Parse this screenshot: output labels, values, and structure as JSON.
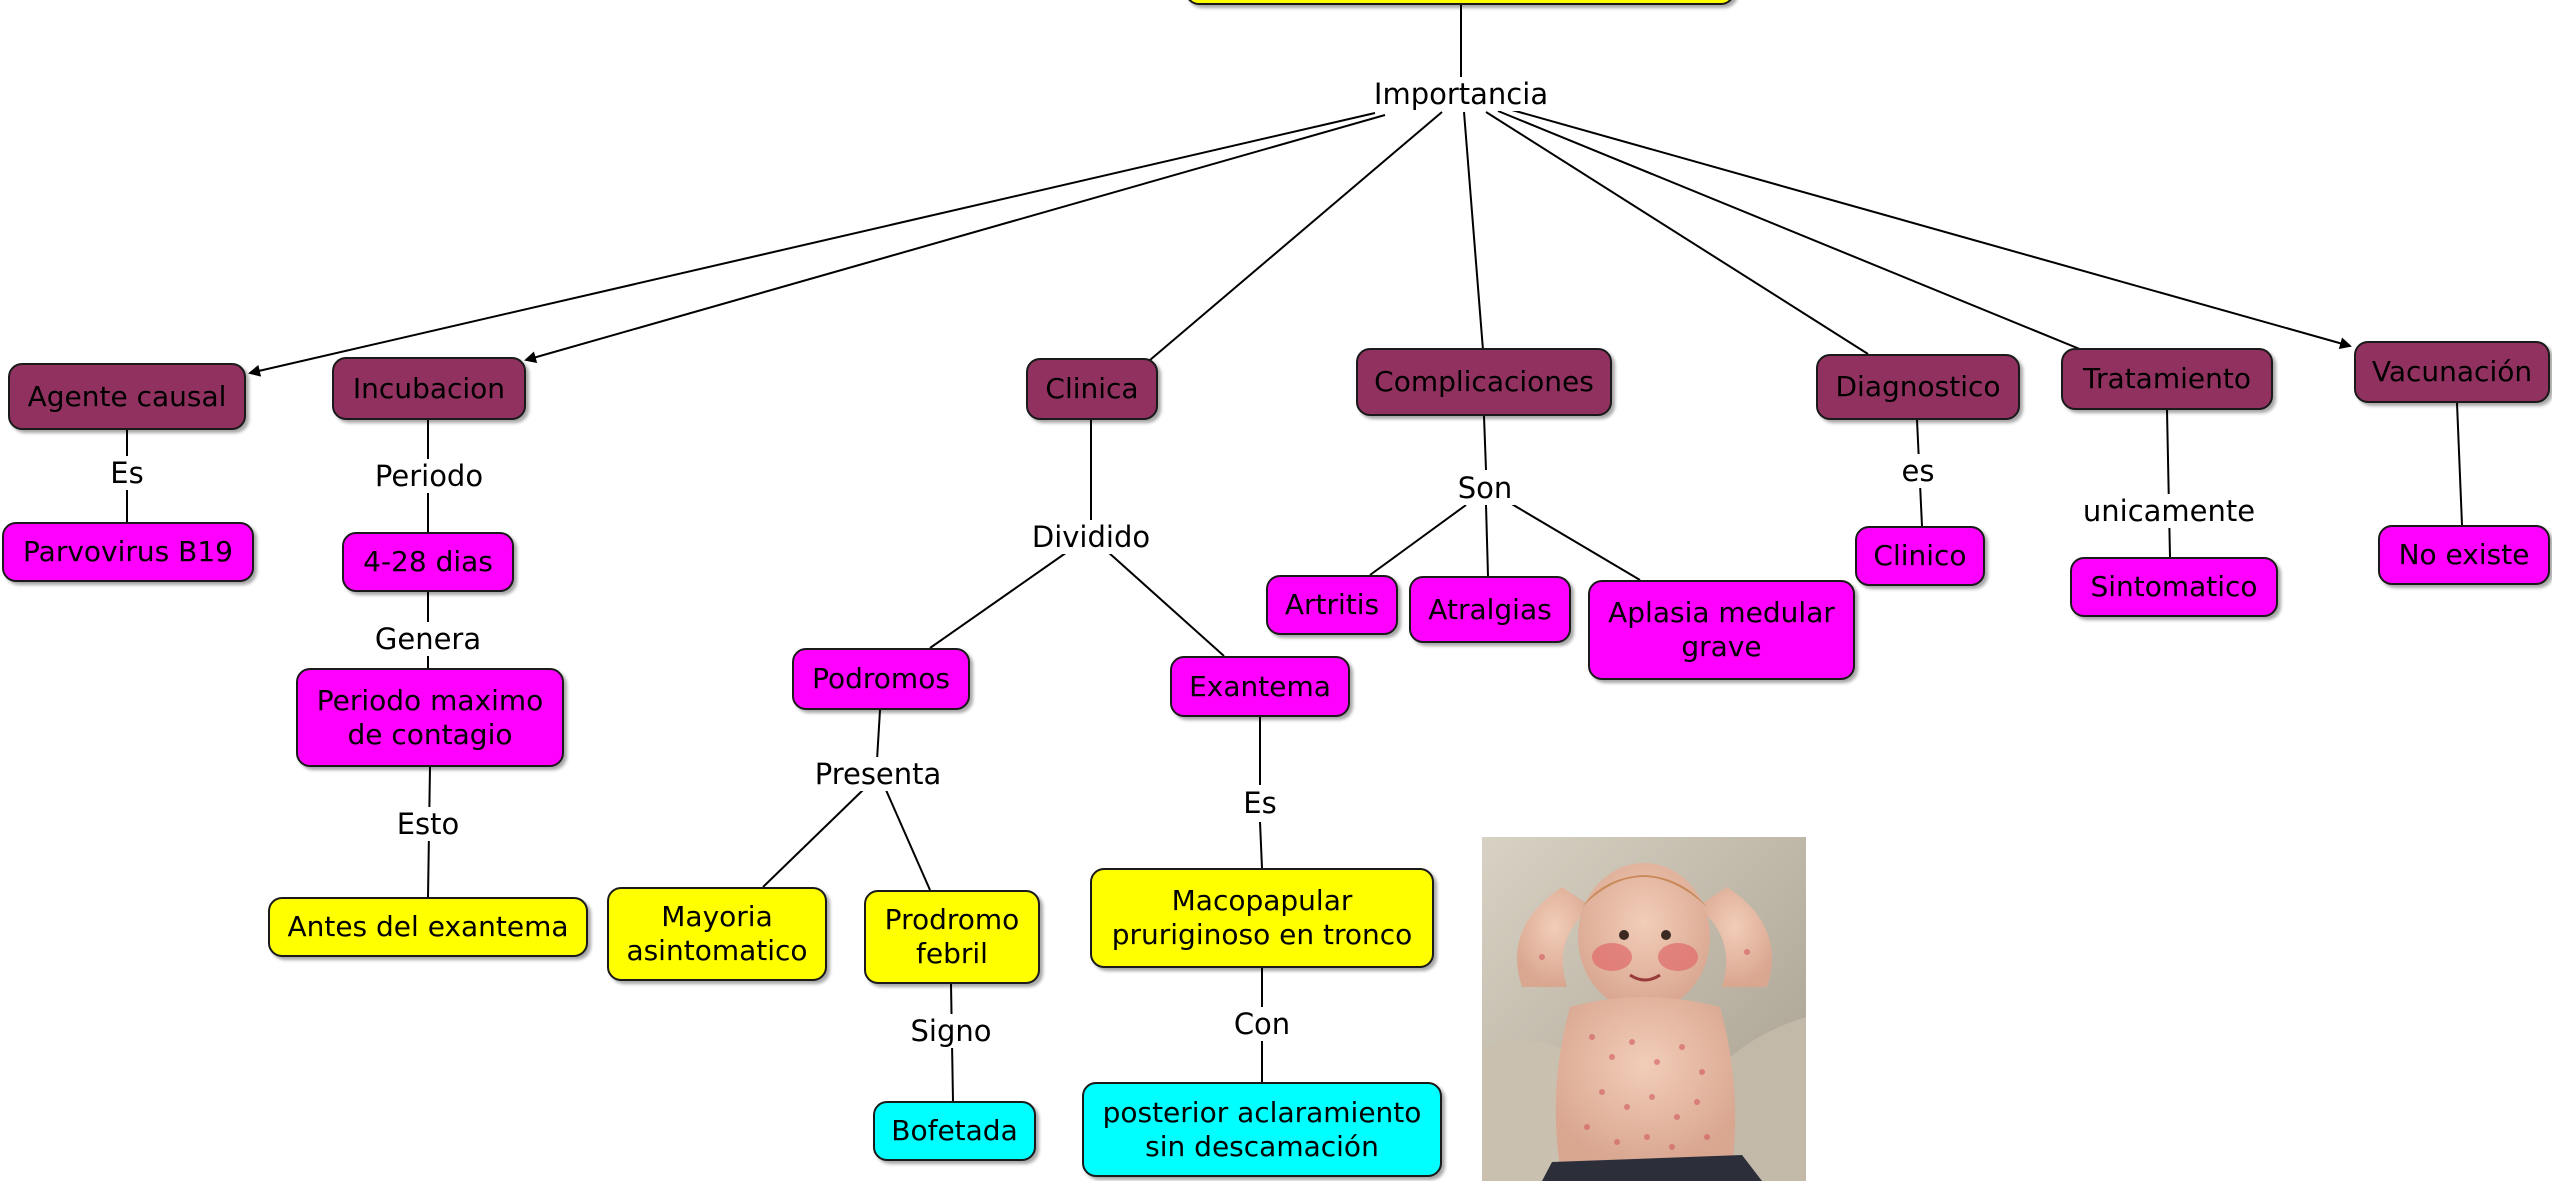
{
  "nodes": {
    "agente_causal": "Agente causal",
    "incubacion": "Incubacion",
    "clinica": "Clinica",
    "complicaciones": "Complicaciones",
    "diagnostico": "Diagnostico",
    "tratamiento": "Tratamiento",
    "vacunacion": "Vacunación",
    "parvovirus": "Parvovirus B19",
    "dias": "4-28 dias",
    "periodo_maximo": "Periodo maximo de contagio",
    "antes_exantema": "Antes del exantema",
    "podromos": "Podromos",
    "exantema": "Exantema",
    "mayoria": "Mayoria asintomatico",
    "prodromo_febril": "Prodromo febril",
    "bofetada": "Bofetada",
    "macopapular": "Macopapular pruriginoso en tronco",
    "posterior": "posterior aclaramiento sin descamación",
    "artritis": "Artritis",
    "atralgias": "Atralgias",
    "aplasia": "Aplasia medular grave",
    "clinico": "Clinico",
    "sintomatico": "Sintomatico",
    "no_existe": "No existe"
  },
  "links": {
    "importancia": "Importancia",
    "es1": "Es",
    "periodo": "Periodo",
    "genera": "Genera",
    "esto": "Esto",
    "dividido": "Dividido",
    "presenta": "Presenta",
    "signo": "Signo",
    "es2": "Es",
    "con": "Con",
    "son": "Son",
    "es3": "es",
    "unicamente": "unicamente"
  },
  "colors": {
    "category": "#913160",
    "detail": "#ff00ff",
    "highlight": "#ffff00",
    "accent": "#00ffff"
  },
  "image": {
    "subject": "child-with-rash-photo"
  }
}
